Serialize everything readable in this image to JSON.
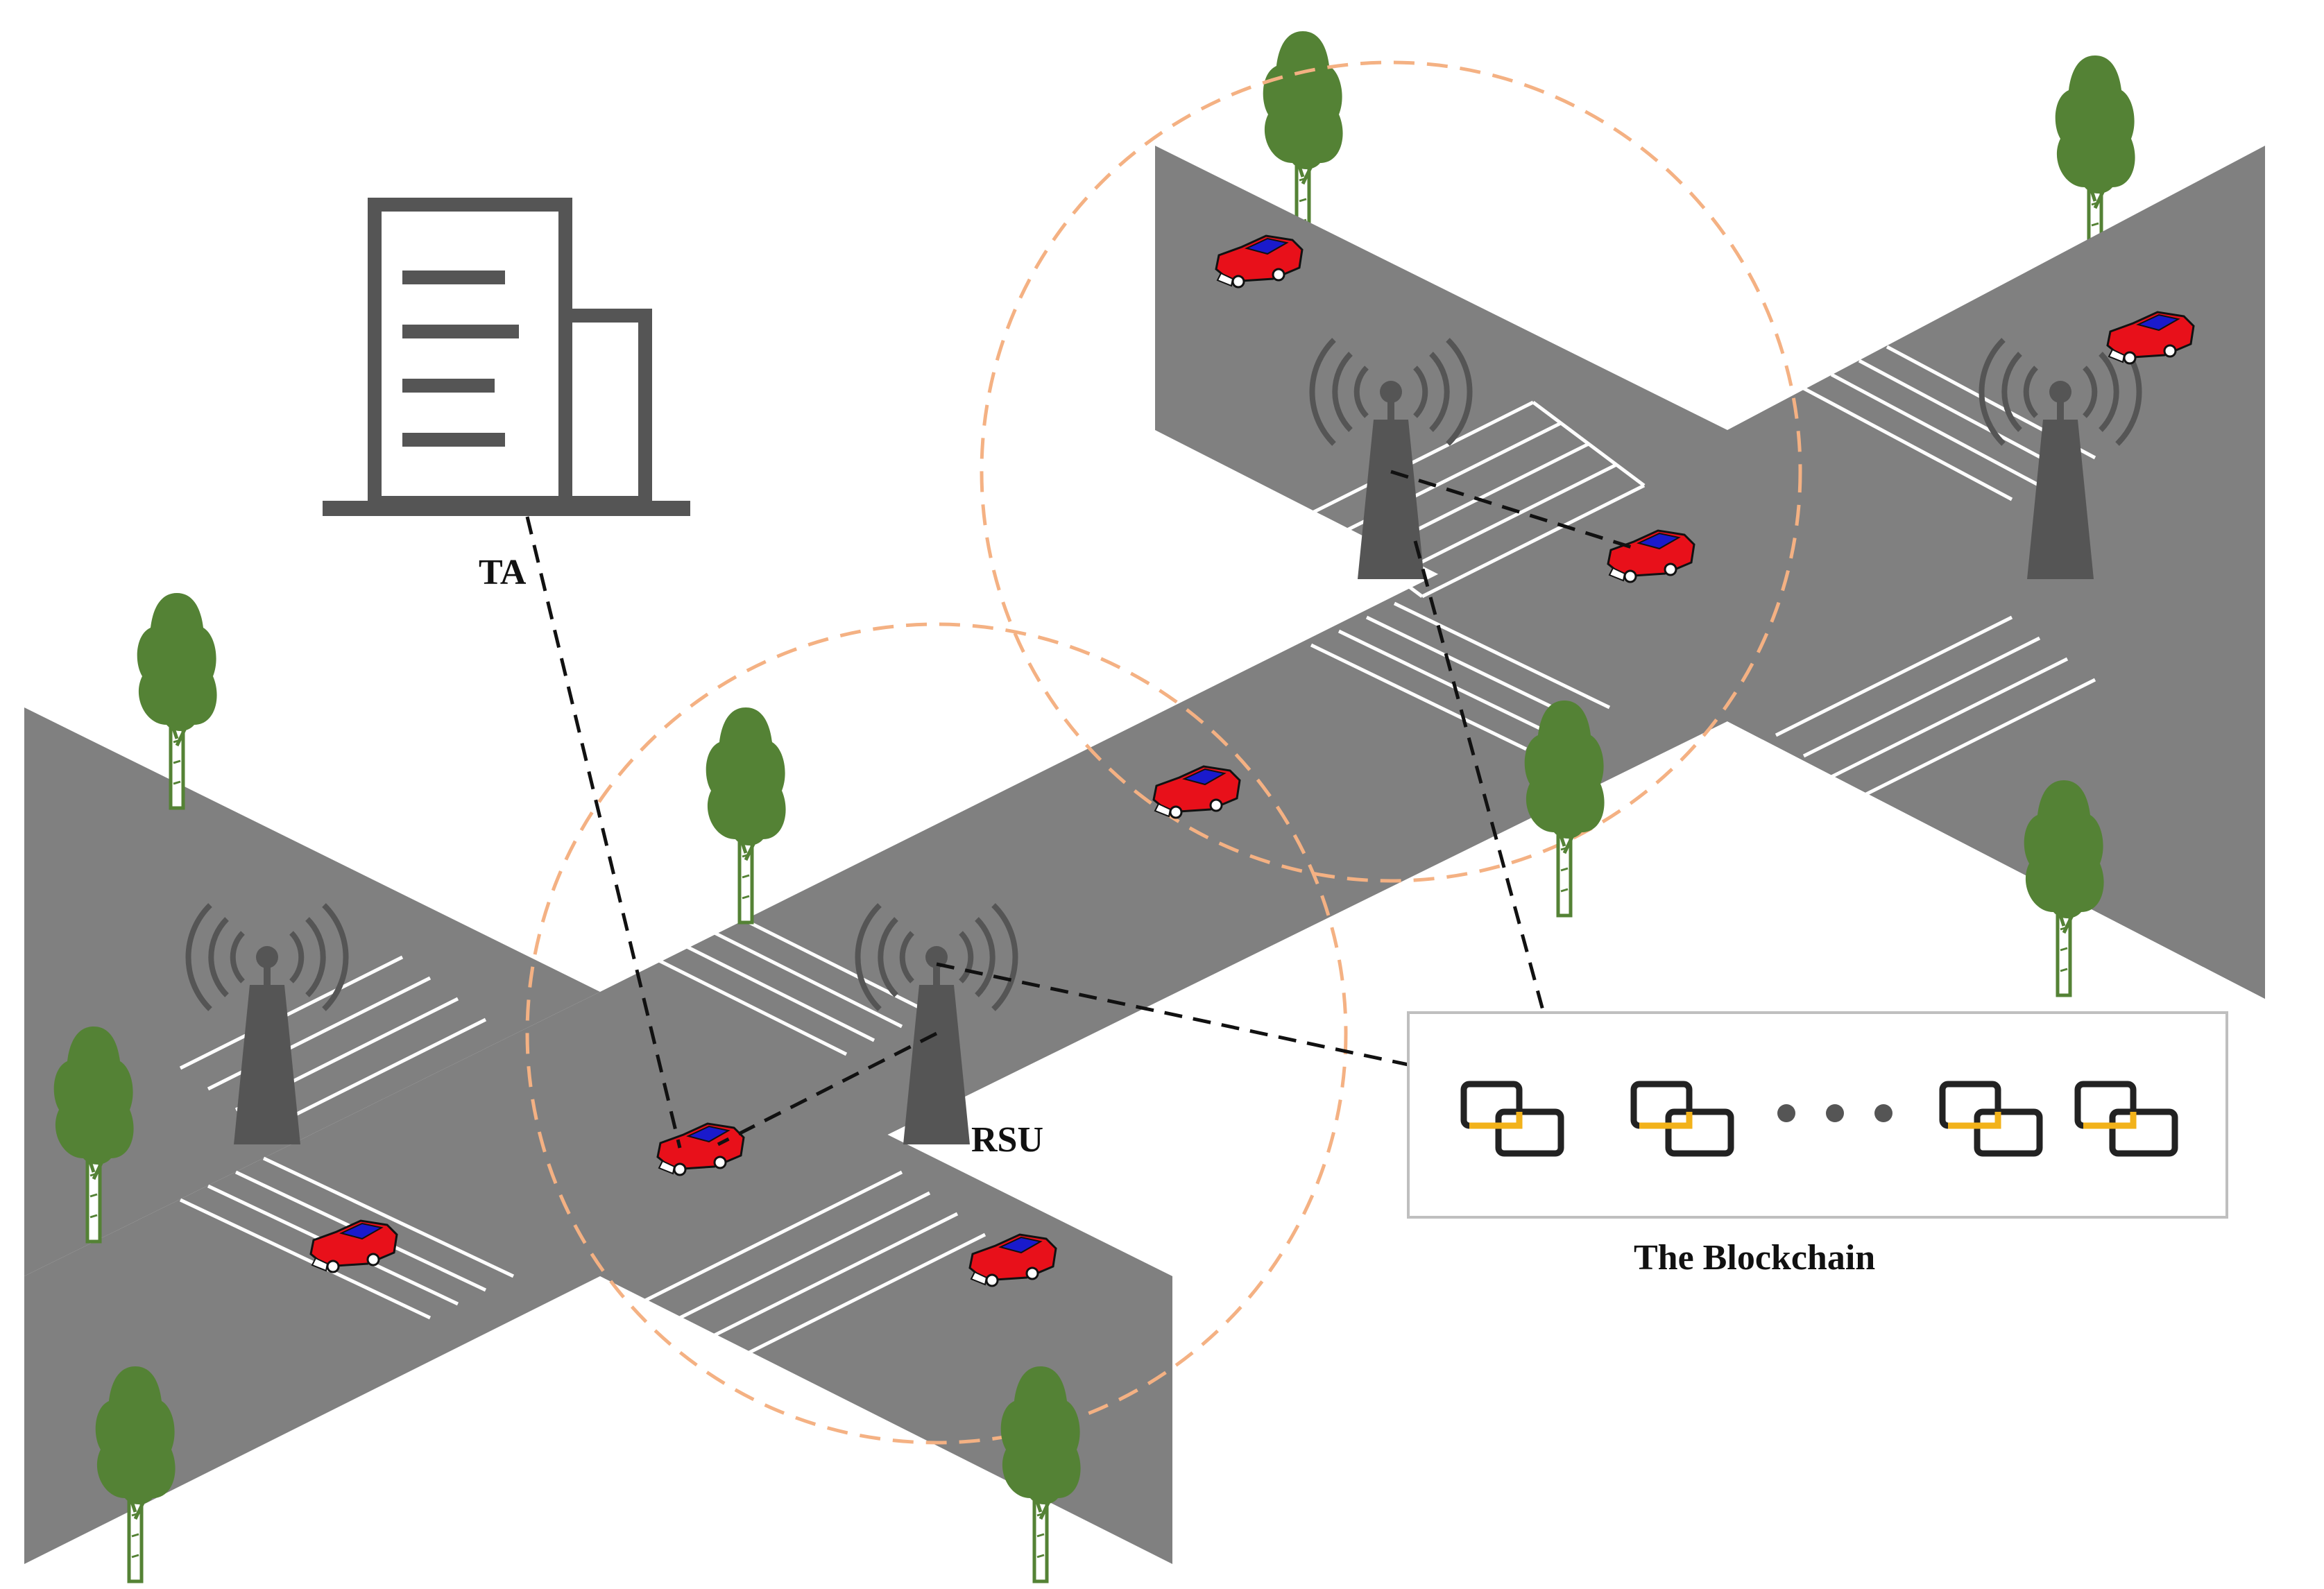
{
  "labels": {
    "ta": "TA",
    "rsu": "RSU",
    "blockchain": "The Blockchain"
  },
  "colors": {
    "road": "#808080",
    "crosswalk": "#ffffff",
    "tower": "#555555",
    "building": "#555555",
    "tree_foliage": "#548235",
    "car_body": "#e8101a",
    "car_window": "#1a1acc",
    "coverage_circle": "#f4b183",
    "block_primary": "#222222",
    "block_accent": "#f2b21a",
    "link_line": "#111111"
  },
  "icons": {
    "trusted_authority": "office-building-icon",
    "roadside_unit": "antenna-tower-icon",
    "vehicle": "car-icon",
    "tree": "tree-icon",
    "block": "linked-blocks-icon"
  }
}
